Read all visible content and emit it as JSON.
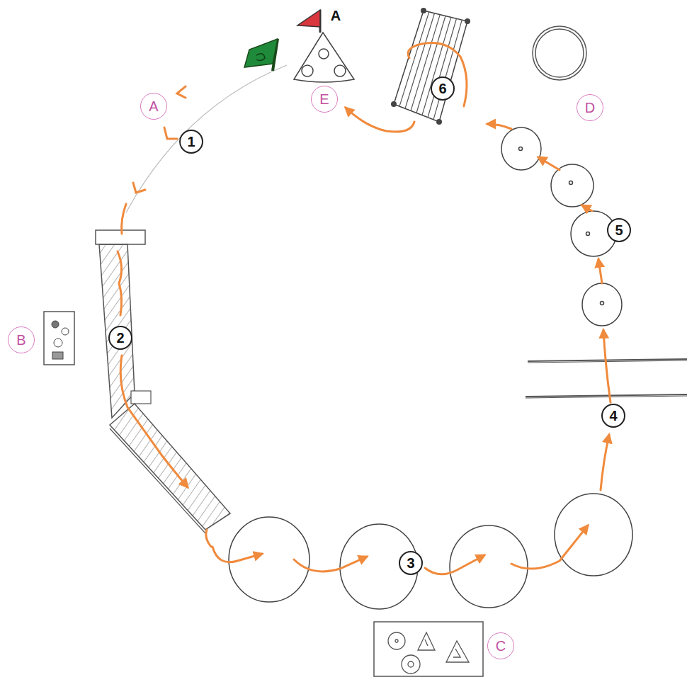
{
  "diagram": {
    "labels": [
      "A",
      "1",
      "B",
      "2",
      "3",
      "C",
      "4",
      "5",
      "D",
      "6",
      "E",
      "A"
    ]
  }
}
